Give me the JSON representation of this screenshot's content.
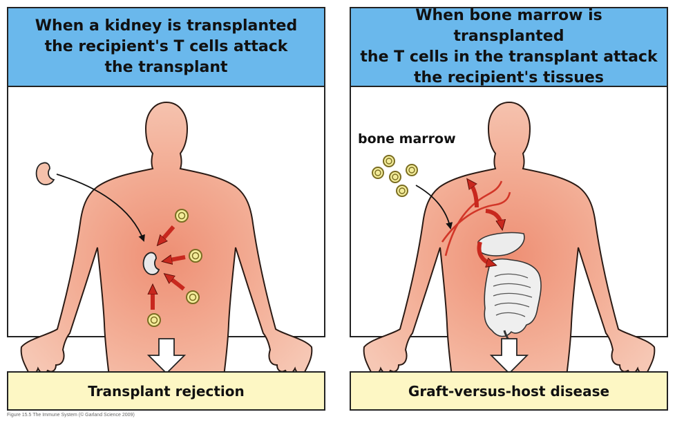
{
  "left_panel": {
    "header": "When a kidney is transplanted\nthe recipient's T cells attack\nthe transplant",
    "result": "Transplant rejection"
  },
  "right_panel": {
    "header": "When bone marrow is transplanted\nthe T cells in the transplant attack\nthe recipient's tissues",
    "result": "Graft-versus-host disease",
    "graft_label": "bone marrow"
  },
  "caption": "Figure 15.5 The Immune System (© Garland Science 2009)",
  "colors": {
    "header_bg": "#6ab8ec",
    "result_bg": "#fdf7c4",
    "body_fill": "#f3b49c",
    "arrow_red": "#c8281e",
    "t_cell": "#f3ec9a"
  }
}
